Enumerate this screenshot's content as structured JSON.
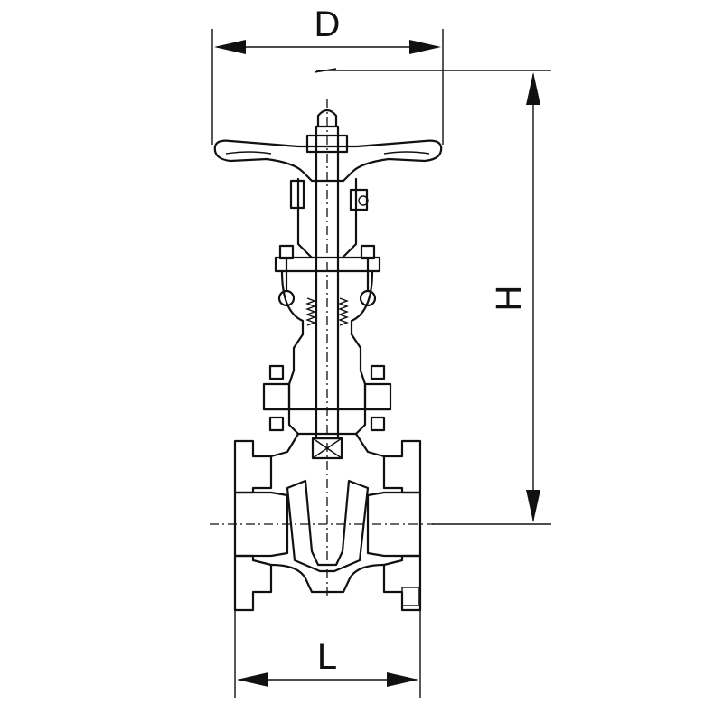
{
  "dimensions": {
    "handwheel_diameter": "D",
    "overall_height": "H",
    "face_to_face_length": "L"
  }
}
